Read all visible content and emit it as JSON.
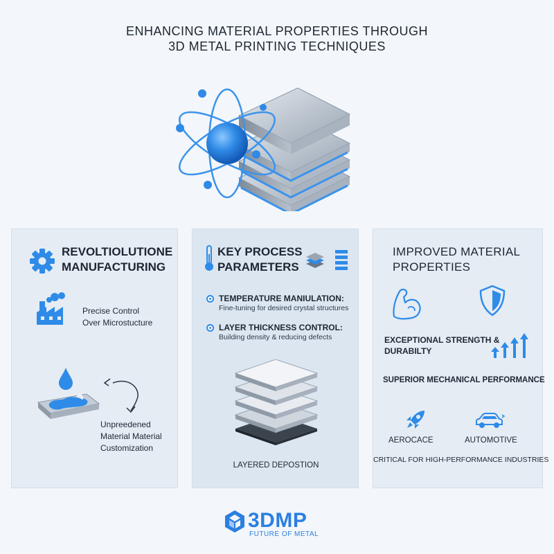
{
  "header": {
    "title_line1": "Enhancing Material Properties Through",
    "title_line2": "3D Metal Printing Techniques"
  },
  "hero": {
    "icons": [
      "atom-icon",
      "stacked-layers-icon"
    ]
  },
  "panel_manufacturing": {
    "heading_line1": "Revoltiolutione",
    "heading_line2": "Manufacturing",
    "icon": "gear-icon",
    "item1_line1": "Precise Control",
    "item1_line2": "Over Microstucture",
    "item1_icon": "factory-icon",
    "item2_line1": "Unpreedened",
    "item2_line2": "Material Material",
    "item2_line3": "Customization",
    "item2_icon": "molten-drop-icon"
  },
  "panel_process": {
    "heading_line1": "Key Process",
    "heading_line2": "Parameters",
    "icons": [
      "thermometer-icon",
      "layers-icon",
      "bars-icon"
    ],
    "items": [
      {
        "title": "Temperature Maniulation:",
        "desc": "Fine-tuning for desired crystal structures"
      },
      {
        "title": "Layer Thickness Control:",
        "desc": "Building density & reducing defects"
      }
    ],
    "figure_label": "Layered Depostion"
  },
  "panel_properties": {
    "heading_line1": "Improved Material",
    "heading_line2": "Properties",
    "icons": [
      "flexed-arm-icon",
      "shield-icon",
      "rising-arrows-icon",
      "rocket-icon",
      "car-icon"
    ],
    "strength_line1": "Exceptional Strength &",
    "strength_line2": "Durabilty",
    "performance": "Superior Mechanical Performance",
    "aerospace": "Aerocace",
    "automotive": "Automotive",
    "industries": "Critical for High-Performance Industries"
  },
  "logo": {
    "name": "3DMP",
    "tagline": "Future of Metal"
  },
  "colors": {
    "accent": "#2e8be8",
    "background": "#f3f6fa",
    "panel": "#e5ecf4",
    "text": "#1d2733"
  }
}
